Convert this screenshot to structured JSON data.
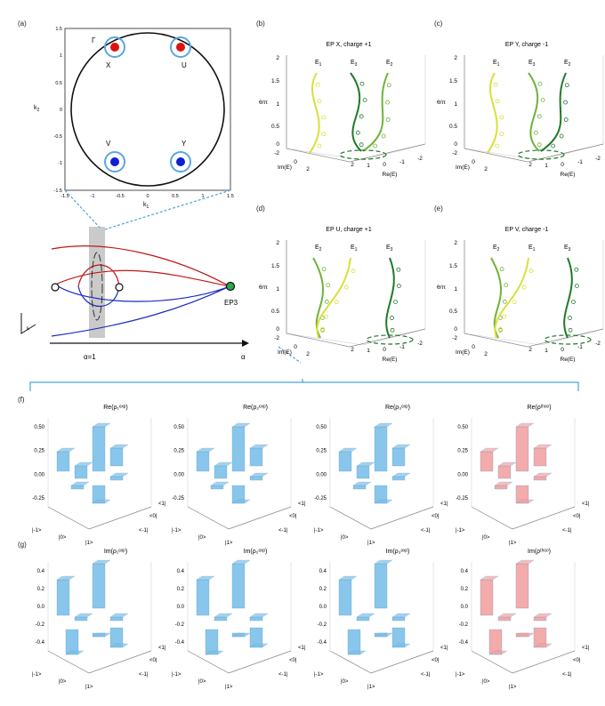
{
  "panel_labels": {
    "a": "(a)",
    "b": "(b)",
    "c": "(c)",
    "d": "(d)",
    "e": "(e)",
    "f": "(f)",
    "g": "(g)"
  },
  "bz": {
    "gamma": "Γ",
    "x": "X",
    "u": "U",
    "v": "V",
    "y": "Y",
    "xlabel": "k",
    "xlabel_sub": "1",
    "ylabel": "k",
    "ylabel_sub": "2",
    "ticks": [
      "-1.5",
      "-1",
      "-0.5",
      "0",
      "0.5",
      "1",
      "1.5"
    ],
    "colors": {
      "red": "#e01010",
      "blue": "#1020d0",
      "ring": "#5aa7de"
    }
  },
  "schematic": {
    "alpha1": "α=1",
    "alpha": "α",
    "ep3": "EP3",
    "k_sub": "k"
  },
  "ep_panels": [
    {
      "title": "EP X, charge +1",
      "labels": [
        "E",
        "1",
        "E",
        "3",
        "E",
        "2"
      ]
    },
    {
      "title": "EP Y, charge -1",
      "labels": [
        "E",
        "1",
        "E",
        "3",
        "E",
        "2"
      ]
    },
    {
      "title": "EP U, charge +1",
      "labels": [
        "E",
        "2",
        "E",
        "1",
        "E",
        "3"
      ]
    },
    {
      "title": "EP V, charge -1",
      "labels": [
        "E",
        "2",
        "E",
        "1",
        "E",
        "3"
      ]
    }
  ],
  "ep_axes": {
    "z_label": "θ/π",
    "x_label": "Re(E)",
    "y_label": "Im(E)",
    "z_ticks": [
      "2",
      "1.5",
      "1",
      "0.5",
      "0",
      "-2"
    ],
    "x_ticks": [
      "2",
      "1",
      "0",
      "-1",
      "-2"
    ],
    "y_ticks": [
      "0",
      "2"
    ]
  },
  "colors": {
    "yellow": "#d8e03a",
    "mid": "#6fb23a",
    "dark": "#1f7a2a",
    "blue_bar": "#7cc0ea",
    "pink_bar": "#f2a3a3"
  },
  "hist_re": {
    "titles": [
      "Re(ρ₁ᵉˣᵖ)",
      "Re(ρ₂ᵉˣᵖ)",
      "Re(ρ₃ᵉˣᵖ)",
      "Re(ρᵗʰᵉᵒ)"
    ],
    "z_ticks": [
      "0.50",
      "0.25",
      "0.00",
      "-0.25"
    ],
    "x_ticks": [
      "|-1>",
      "|0>",
      "|1>"
    ],
    "y_ticks": [
      "<1|",
      "<0|",
      "<-1|"
    ]
  },
  "hist_im": {
    "titles": [
      "Im(ρ₁ᵉˣᵖ)",
      "Im(ρ₂ᵉˣᵖ)",
      "Im(ρ₃ᵉˣᵖ)",
      "Im(ρᵗʰᵉᵒ)"
    ],
    "z_ticks": [
      "0.4",
      "0.2",
      "0.0",
      "-0.2",
      "-0.4"
    ],
    "x_ticks": [
      "|-1>",
      "|0>",
      "|1>"
    ],
    "y_ticks": [
      "<1|",
      "<0|",
      "<-1|"
    ]
  }
}
